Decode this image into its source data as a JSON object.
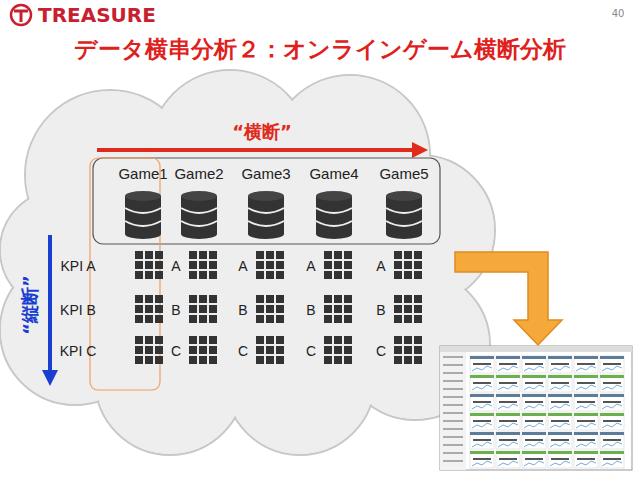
{
  "diagram": {
    "title": "データ横串分析２：オンラインゲーム横断分析",
    "labels": [
      "TREASURE",
      "40",
      "“横断”",
      "“縦断”",
      "Game1",
      "Game2",
      "Game3",
      "Game4",
      "Game5",
      "KPI A",
      "A",
      "A",
      "A",
      "A",
      "KPI B",
      "B",
      "B",
      "B",
      "B",
      "KPI C",
      "C",
      "C",
      "C",
      "C"
    ]
  }
}
